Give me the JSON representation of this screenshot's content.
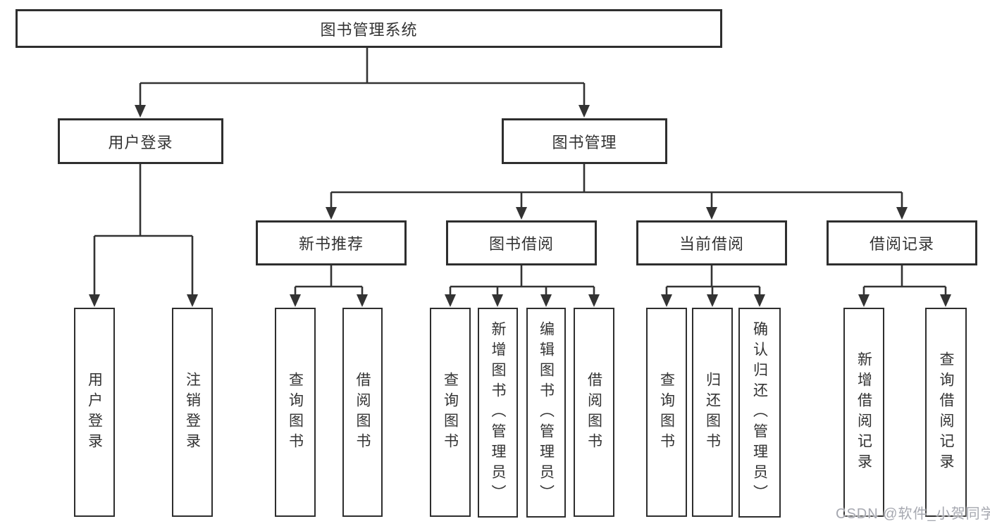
{
  "diagram": {
    "title": "图书管理系统",
    "watermark": "CSDN @软件_小贺同学",
    "colors": {
      "line": "#333333",
      "border": "#2e2e2e",
      "text": "#333333",
      "watermark": "#a6a8b0",
      "background": "#ffffff"
    },
    "tree": {
      "root": {
        "label": "图书管理系统"
      },
      "branches": [
        {
          "label": "用户登录",
          "leaves": [
            {
              "label": "用户登录"
            },
            {
              "label": "注销登录"
            }
          ]
        },
        {
          "label": "图书管理",
          "groups": [
            {
              "label": "新书推荐",
              "leaves": [
                {
                  "label": "查询图书"
                },
                {
                  "label": "借阅图书"
                }
              ]
            },
            {
              "label": "图书借阅",
              "leaves": [
                {
                  "label": "查询图书"
                },
                {
                  "label": "新增图书（管理员）"
                },
                {
                  "label": "编辑图书（管理员）"
                },
                {
                  "label": "借阅图书"
                }
              ]
            },
            {
              "label": "当前借阅",
              "leaves": [
                {
                  "label": "查询图书"
                },
                {
                  "label": "归还图书"
                },
                {
                  "label": "确认归还（管理员）"
                }
              ]
            },
            {
              "label": "借阅记录",
              "leaves": [
                {
                  "label": "新增借阅记录"
                },
                {
                  "label": "查询借阅记录"
                }
              ]
            }
          ]
        }
      ]
    }
  }
}
